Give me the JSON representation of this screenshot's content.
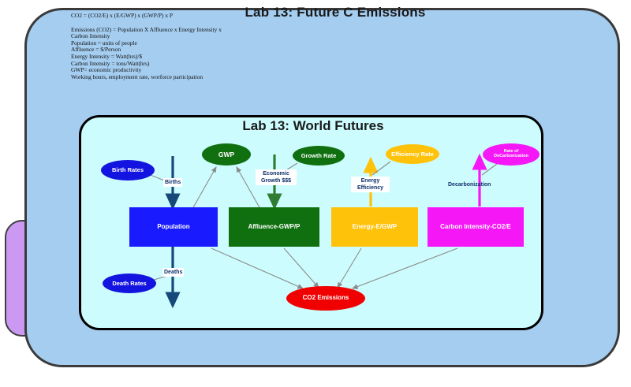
{
  "window": {
    "title": "Lab 13: Future C Emissions",
    "inner_title": "Lab 13: World Futures"
  },
  "notes": {
    "equation": "CO2 = (CO2/E) x (E/GWP) x (GWP/P) x P",
    "lines": [
      "Emissions (CO2) = Population X Affluence x Energy Intensity x",
      "Carbon Intensity",
      "Population = units of people",
      "Affluence = $/Person",
      "Energy Intensity = Watt(hrs)/$",
      "Carbon Intensity = tons/Watt(hrs)",
      "GWP= economic productivity",
      "Working hours, employment rate, worforce participation"
    ]
  },
  "diagram": {
    "type": "system-dynamics-diagram",
    "nodes": [
      {
        "id": "birth_rates",
        "label": "Birth Rates",
        "shape": "ellipse",
        "fill": "#1414e0",
        "text_color": "#ffffff"
      },
      {
        "id": "gwp",
        "label": "GWP",
        "shape": "ellipse",
        "fill": "#107010",
        "text_color": "#ffffff"
      },
      {
        "id": "growth_rate",
        "label": "Growth Rate",
        "shape": "ellipse",
        "fill": "#107010",
        "text_color": "#ffffff"
      },
      {
        "id": "efficiency_rate",
        "label": "Efficiency Rate",
        "shape": "ellipse",
        "fill": "#ffc20a",
        "text_color": "#ffffff"
      },
      {
        "id": "rate_decarb",
        "label": "Rate of DeCarbonization",
        "shape": "ellipse",
        "fill": "#f617f6",
        "text_color": "#ffffff"
      },
      {
        "id": "population",
        "label": "Population",
        "shape": "rect",
        "fill": "#1a1aff",
        "text_color": "#ffffff"
      },
      {
        "id": "affluence",
        "label": "Affluence-GWP/P",
        "shape": "rect",
        "fill": "#107010",
        "text_color": "#ffffff"
      },
      {
        "id": "energy",
        "label": "Energy-E/GWP",
        "shape": "rect",
        "fill": "#ffc20a",
        "text_color": "#ffffff"
      },
      {
        "id": "carbon_intensity",
        "label": "Carbon Intensity-CO2/E",
        "shape": "rect",
        "fill": "#f617f6",
        "text_color": "#ffffff"
      },
      {
        "id": "death_rates",
        "label": "Death Rates",
        "shape": "ellipse",
        "fill": "#1414e0",
        "text_color": "#ffffff"
      },
      {
        "id": "co2_emissions",
        "label": "CO2 Emissions",
        "shape": "ellipse",
        "fill": "#f00000",
        "text_color": "#ffffff"
      }
    ],
    "edge_labels": [
      {
        "id": "births",
        "label": "Births",
        "color": "#12306e"
      },
      {
        "id": "deaths",
        "label": "Deaths",
        "color": "#12306e"
      },
      {
        "id": "economic_growth_1",
        "label": "Economic",
        "color": "#12306e"
      },
      {
        "id": "economic_growth_2",
        "label": "Growth $$$",
        "color": "#12306e"
      },
      {
        "id": "energy_eff_1",
        "label": "Energy",
        "color": "#12306e"
      },
      {
        "id": "energy_eff_2",
        "label": "Efficiency",
        "color": "#12306e"
      },
      {
        "id": "decarbonization",
        "label": "Decarbonization",
        "color": "#12306e"
      }
    ],
    "flow_arrow_colors": {
      "population_flow": "#16497a",
      "economic_growth": "#2e7d32",
      "energy_efficiency": "#ffc20a",
      "decarbonization": "#f617f6",
      "influence": "#8c8c8c"
    }
  },
  "colors": {
    "outer_panel": "#a4cdf0",
    "inner_panel": "#ccfcfd",
    "side_tab": "#cb99f2",
    "page_background": "#ffffff"
  }
}
